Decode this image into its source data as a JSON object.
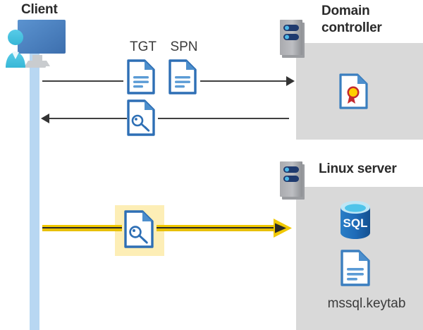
{
  "diagram": {
    "title_client": "Client",
    "title_domain_controller": "Domain\ncontroller",
    "title_domain_controller_line1": "Domain",
    "title_domain_controller_line2": "controller",
    "title_linux_server": "Linux server",
    "keytab_label": "mssql.keytab",
    "flow_labels": {
      "tgt": "TGT",
      "spn": "SPN"
    },
    "icons": {
      "client": "user-with-monitor-icon",
      "server_dc": "server-rack-icon",
      "server_linux": "server-rack-icon",
      "certificate": "certificate-document-icon",
      "sql_database": "sql-database-icon",
      "keytab_document": "text-document-icon",
      "tgt_document": "text-document-icon",
      "spn_document": "text-document-icon",
      "ticket_key_document": "key-document-icon",
      "kerberos_key_document": "key-document-icon"
    },
    "colors": {
      "panel_gray": "#d9d9d9",
      "lifeline_blue": "#b8d7f2",
      "doc_blue": "#3a7ebf",
      "accent_yellow": "#f0c800",
      "highlight_yellow": "#fdeeb6",
      "arrow_dark": "#333333",
      "sql_blue": "#1e6bb8",
      "cert_red": "#c4292f",
      "cert_gold": "#ffd000",
      "text_dark": "#2b2b2b"
    },
    "sql_text": "SQL"
  }
}
